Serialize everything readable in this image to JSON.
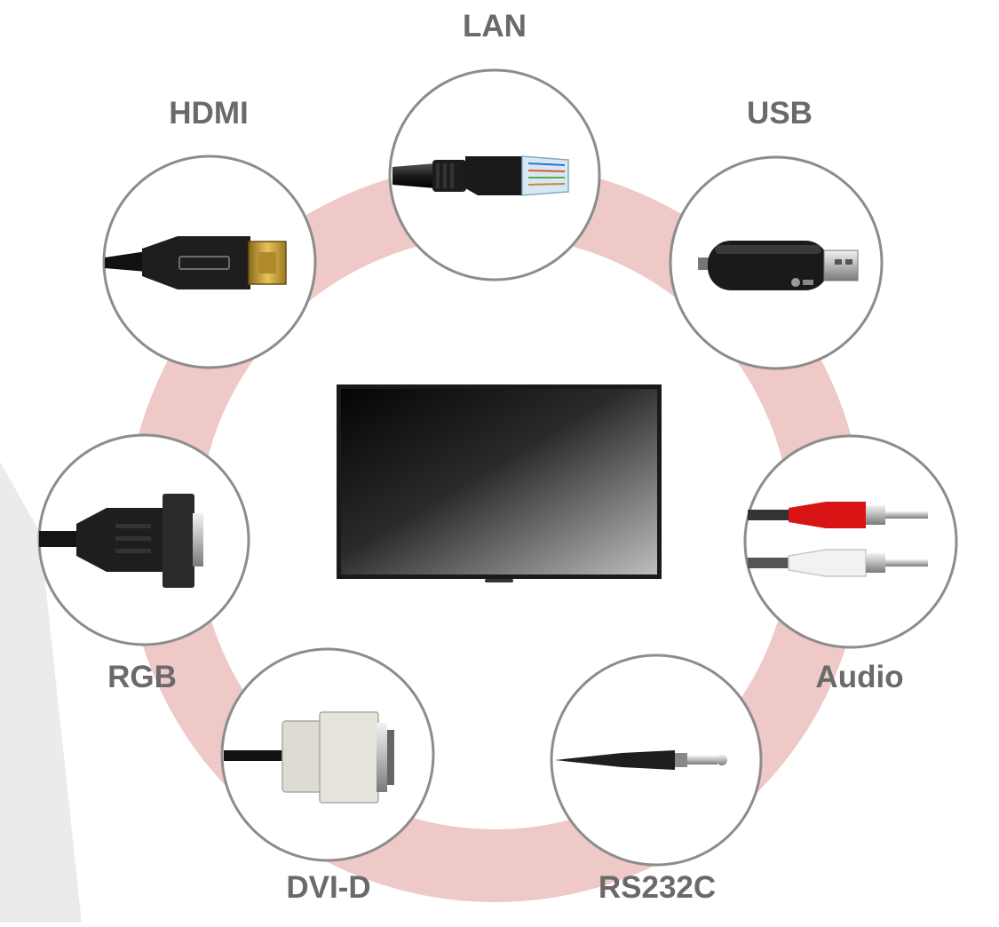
{
  "diagram": {
    "center": {
      "icon": "display-monitor-icon"
    },
    "ports": [
      {
        "id": "lan",
        "label": "LAN",
        "icon": "lan-cable-icon"
      },
      {
        "id": "usb",
        "label": "USB",
        "icon": "usb-dongle-icon"
      },
      {
        "id": "audio",
        "label": "Audio",
        "icon": "rca-audio-cable-icon"
      },
      {
        "id": "rs232c",
        "label": "RS232C",
        "icon": "jack-plug-icon"
      },
      {
        "id": "dvid",
        "label": "DVI-D",
        "icon": "dvi-connector-icon"
      },
      {
        "id": "rgb",
        "label": "RGB",
        "icon": "vga-connector-icon"
      },
      {
        "id": "hdmi",
        "label": "HDMI",
        "icon": "hdmi-cable-icon"
      }
    ]
  },
  "colors": {
    "ring": "#efc8c8",
    "circle_stroke": "#8c8c8c",
    "label": "#6a6a6a",
    "side_panel": "#ebebed"
  }
}
